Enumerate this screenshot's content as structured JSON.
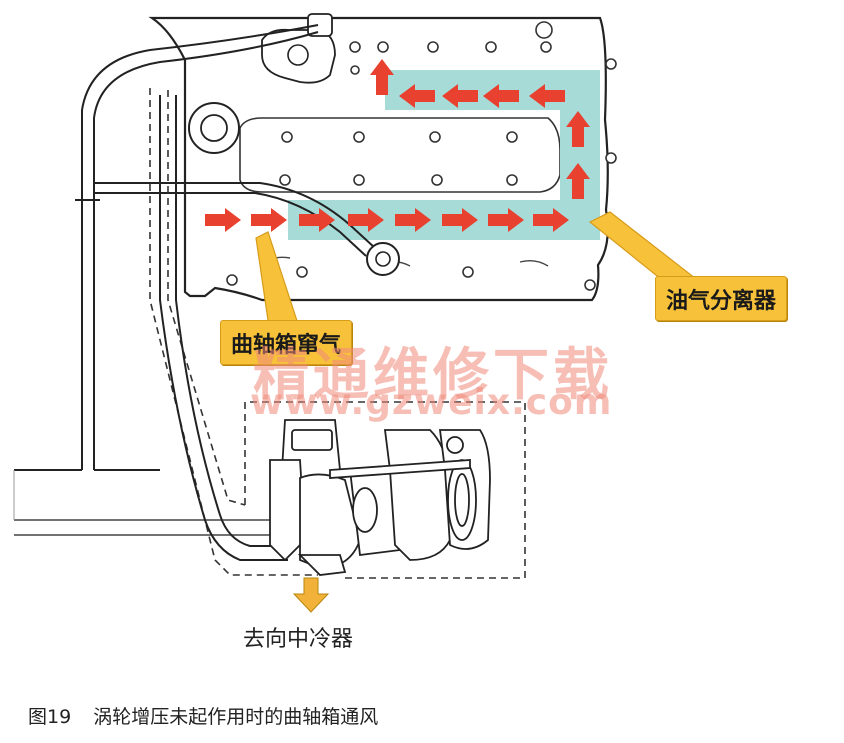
{
  "labels": {
    "oil_separator": "油气分离器",
    "crankcase_blowby": "曲轴箱窜气",
    "to_intercooler": "去向中冷器"
  },
  "caption": {
    "figure_number": "图19",
    "text": "涡轮增压未起作用时的曲轴箱通风"
  },
  "watermark": {
    "chinese": "精通维修下载",
    "url": "www.gzweix.com"
  },
  "colors": {
    "flow_arrow": "#e8412f",
    "flow_path": "#a6dbd8",
    "callout": "#f7c23a",
    "outflow_arrow": "#f2b23a",
    "watermark": "#f08a7a"
  }
}
